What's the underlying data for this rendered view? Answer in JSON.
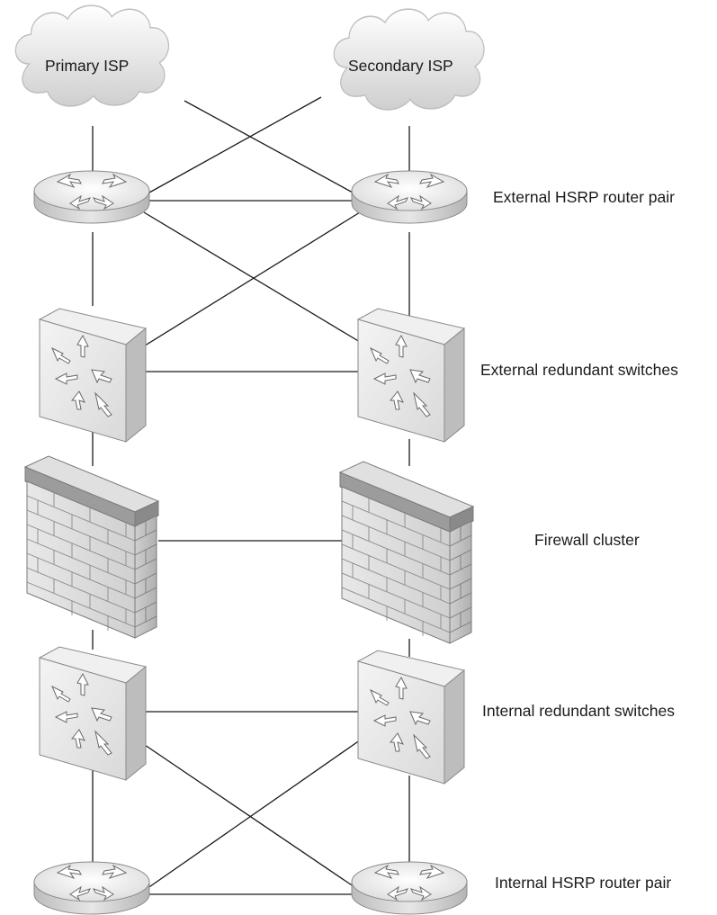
{
  "isps": {
    "primary": "Primary ISP",
    "secondary": "Secondary ISP"
  },
  "tiers": {
    "external_routers": "External HSRP router pair",
    "external_switches": "External redundant switches",
    "firewalls": "Firewall cluster",
    "internal_switches": "Internal redundant switches",
    "internal_routers": "Internal HSRP router pair"
  },
  "icons": {
    "cloud": "cloud-icon",
    "router": "router-icon",
    "switch": "switch-icon",
    "firewall": "firewall-icon"
  },
  "colors": {
    "line": "#1a1a1a",
    "device_light": "#f2f2f2",
    "device_mid": "#d4d4d4",
    "device_dark": "#9a9a9a"
  }
}
